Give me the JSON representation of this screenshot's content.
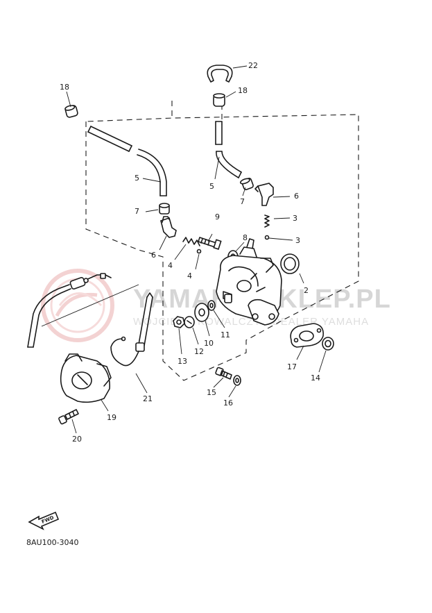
{
  "diagram": {
    "code": "8AU100-3040",
    "fwd_label": "FWD",
    "callouts": [
      "22",
      "18",
      "18",
      "6",
      "5",
      "5",
      "7",
      "7",
      "6",
      "9",
      "8",
      "4",
      "3",
      "4",
      "3",
      "2",
      "10",
      "11",
      "12",
      "13",
      "17",
      "14",
      "15",
      "16",
      "19",
      "20",
      "21"
    ]
  },
  "watermark": {
    "main": "YAMAHA-SKLEP.PL",
    "sub": "WOJCIECH KOWALCZYK DEALER YAMAHA",
    "colors": {
      "logo": "#f0c8c8",
      "text": "#d6d6d6"
    }
  }
}
